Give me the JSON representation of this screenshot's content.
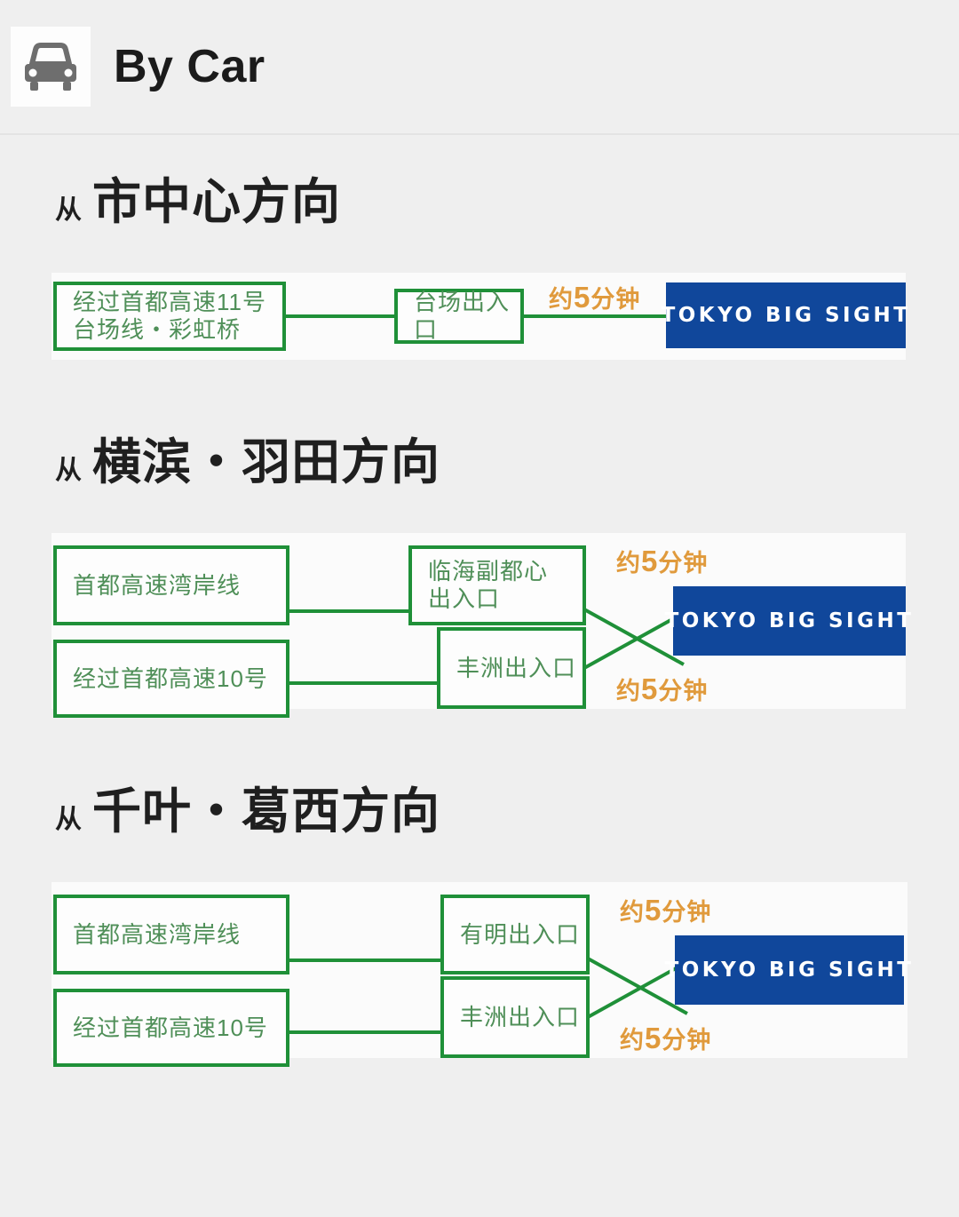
{
  "header": {
    "title": "By Car",
    "icon": "car-icon"
  },
  "destination_logo": "TOKYO BIG SIGHT",
  "colors": {
    "green": "#1f9038",
    "orange": "#e09a3c",
    "blue": "#10479b",
    "page_background": "#efefef",
    "panel_background": "#fbfbfb"
  },
  "sections": [
    {
      "heading_prefix": "从",
      "heading_main": "市中心方向",
      "rows": [
        {
          "route_line1": "经过首都高速11号",
          "route_line2": "台场线・彩虹桥",
          "exit": "台场出入口",
          "time_prefix": "约",
          "time_number": "5",
          "time_suffix": "分钟",
          "destination": "TOKYO BIG SIGHT"
        }
      ]
    },
    {
      "heading_prefix": "从",
      "heading_main": "横滨・羽田方向",
      "rows": [
        {
          "route_line1": "首都高速湾岸线",
          "route_line2": "",
          "exit_line1": "临海副都心",
          "exit_line2": "出入口",
          "time_prefix": "约",
          "time_number": "5",
          "time_suffix": "分钟"
        },
        {
          "route_line1": "经过首都高速10号",
          "route_line2": "",
          "exit_line1": "丰洲出入口",
          "exit_line2": "",
          "time_prefix": "约",
          "time_number": "5",
          "time_suffix": "分钟"
        }
      ],
      "destination": "TOKYO BIG SIGHT"
    },
    {
      "heading_prefix": "从",
      "heading_main": "千叶・葛西方向",
      "rows": [
        {
          "route_line1": "首都高速湾岸线",
          "route_line2": "",
          "exit_line1": "有明出入口",
          "exit_line2": "",
          "time_prefix": "约",
          "time_number": "5",
          "time_suffix": "分钟"
        },
        {
          "route_line1": "经过首都高速10号",
          "route_line2": "",
          "exit_line1": "丰洲出入口",
          "exit_line2": "",
          "time_prefix": "约",
          "time_number": "5",
          "time_suffix": "分钟"
        }
      ],
      "destination": "TOKYO BIG SIGHT"
    }
  ]
}
